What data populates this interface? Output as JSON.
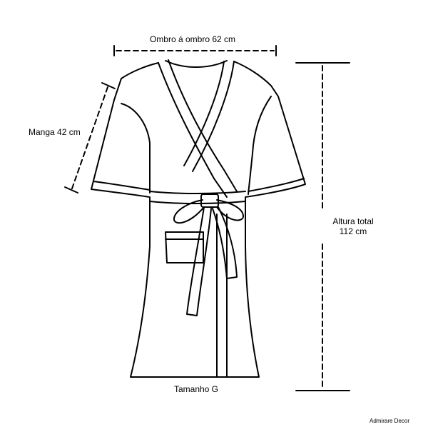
{
  "measurements": {
    "shoulder": "Ombro á ombro 62 cm",
    "sleeve": "Manga 42 cm",
    "height_line1": "Altura total",
    "height_line2": "112 cm"
  },
  "size_label": "Tamanho G",
  "brand": "Admirare Decor",
  "colors": {
    "line": "#000000",
    "background": "#ffffff"
  }
}
